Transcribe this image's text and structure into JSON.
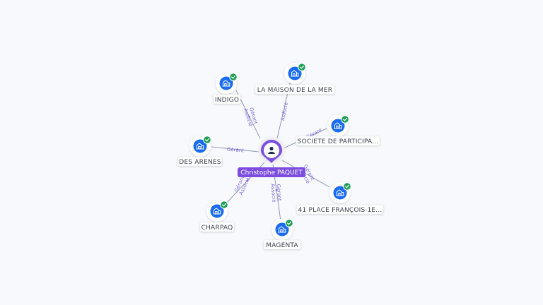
{
  "center": {
    "name": "Christophe PAQUET",
    "icon": "person-icon",
    "color": "#7c4dde"
  },
  "companies": [
    {
      "id": "indigo",
      "label": "INDIGO",
      "relations": [
        "Gérant",
        "Associé"
      ]
    },
    {
      "id": "la-maison-de-la-mer",
      "label": "LA MAISON DE LA MER",
      "relations": [
        "Associé"
      ]
    },
    {
      "id": "societe-de-participa",
      "label": "SOCIETE DE PARTICIPA...",
      "relations": [
        "Gérant"
      ]
    },
    {
      "id": "des-arenes",
      "label": "DES ARENES",
      "relations": [
        "Gérant"
      ]
    },
    {
      "id": "41-place-francois",
      "label": "41 PLACE FRANÇOIS 1E...",
      "relations": [
        "Gérant",
        "Associé"
      ]
    },
    {
      "id": "charpaq",
      "label": "CHARPAQ",
      "relations": [
        "Gérant",
        "Associé"
      ]
    },
    {
      "id": "magenta",
      "label": "MAGENTA",
      "relations": [
        "Gérant",
        "Associé"
      ]
    }
  ],
  "colors": {
    "company_icon": "#1a6bf0",
    "verified_badge": "#1e9e57",
    "edge": "#8e9ab5",
    "relation_text": "#7e6bd6"
  },
  "icons": {
    "company": "building-icon",
    "badge": "check-badge-icon"
  }
}
